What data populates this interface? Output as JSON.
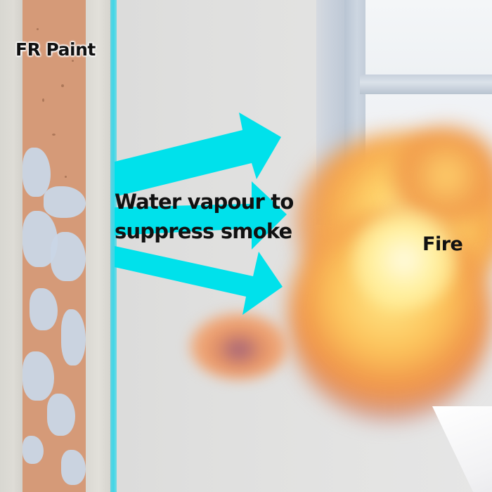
{
  "diagram": {
    "labels": {
      "fr_paint": "FR Paint",
      "vapour_line1": "Water vapour to",
      "vapour_line2": "suppress smoke",
      "fire": "Fire"
    },
    "colors": {
      "arrow": "#00E1EB",
      "fr_layer": "#3FD6E6",
      "panel_core": "#D59A78",
      "panel_patch": "#C9D6E6",
      "wall": "#DFDFDE",
      "fire_core": "#FFE680",
      "fire_outer": "#F28A3C",
      "text": "#111111"
    },
    "elements": [
      {
        "id": "wall-panel",
        "description": "Wall cross-section with orange core and peeling bluish patches"
      },
      {
        "id": "fr-layer",
        "description": "Cyan fire-retardant paint layer on wall surface"
      },
      {
        "id": "vapour-arrows",
        "count": 3,
        "direction": "right"
      },
      {
        "id": "fire-cloud",
        "description": "Orange and yellow fire blob"
      },
      {
        "id": "window",
        "description": "Window frame top-right"
      },
      {
        "id": "sill",
        "description": "White sill bottom-right"
      }
    ]
  }
}
